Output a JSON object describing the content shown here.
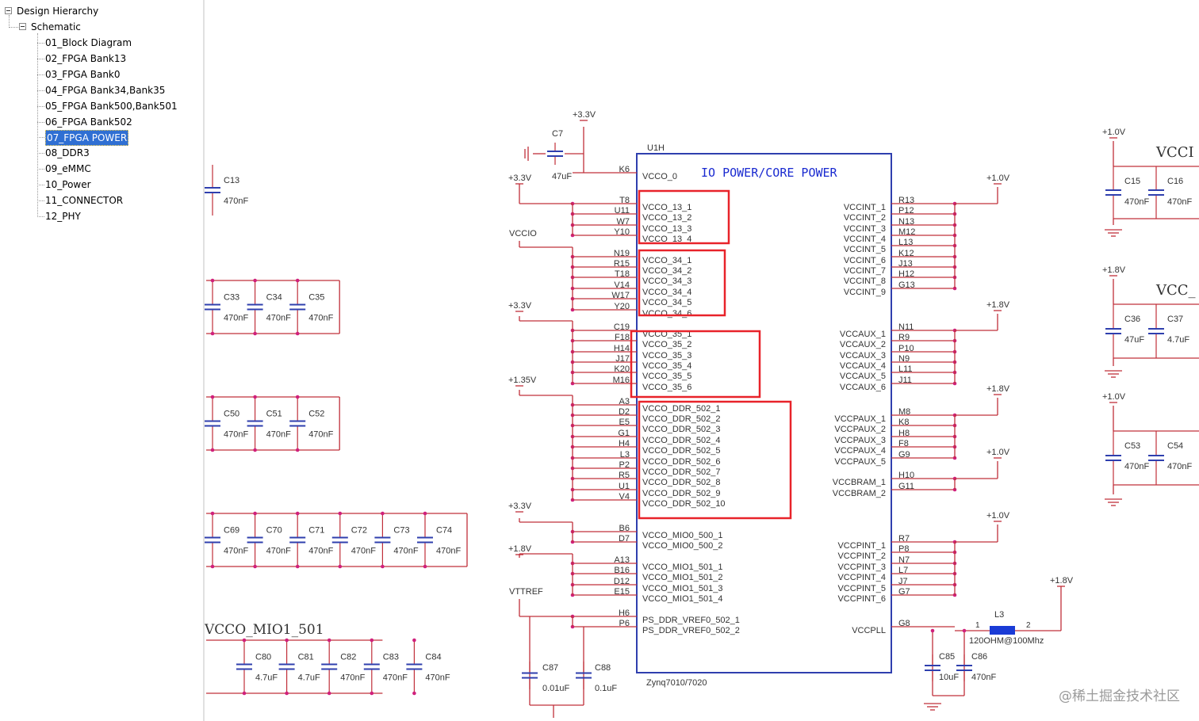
{
  "sidebar": {
    "root": "Design Hierarchy",
    "schematic": "Schematic",
    "pages": [
      "01_Block Diagram",
      "02_FPGA Bank13",
      "03_FPGA Bank0",
      "04_FPGA Bank34,Bank35",
      "05_FPGA Bank500,Bank501",
      "06_FPGA Bank502",
      "07_FPGA POWER",
      "08_DDR3",
      "09_eMMC",
      "10_Power",
      "11_CONNECTOR",
      "12_PHY"
    ],
    "selected": "07_FPGA POWER"
  },
  "schematic": {
    "colors": {
      "wire": "#c0303a",
      "part": "#2f3fae",
      "pin": "#d0207c",
      "highlight": "#e8232a",
      "text": "#333333"
    },
    "chip": {
      "ref": "U1H",
      "title": "IO POWER/CORE POWER",
      "part": "Zynq7010/7020",
      "left_pins": [
        {
          "pin": "K6",
          "name": "VCCO_0"
        },
        {
          "pin": "T8",
          "name": "VCCO_13_1"
        },
        {
          "pin": "U11",
          "name": "VCCO_13_2"
        },
        {
          "pin": "W7",
          "name": "VCCO_13_3"
        },
        {
          "pin": "Y10",
          "name": "VCCO_13_4"
        },
        {
          "pin": "N19",
          "name": "VCCO_34_1"
        },
        {
          "pin": "R15",
          "name": "VCCO_34_2"
        },
        {
          "pin": "T18",
          "name": "VCCO_34_3"
        },
        {
          "pin": "V14",
          "name": "VCCO_34_4"
        },
        {
          "pin": "W17",
          "name": "VCCO_34_5"
        },
        {
          "pin": "Y20",
          "name": "VCCO_34_6"
        },
        {
          "pin": "C19",
          "name": "VCCO_35_1"
        },
        {
          "pin": "F18",
          "name": "VCCO_35_2"
        },
        {
          "pin": "H14",
          "name": "VCCO_35_3"
        },
        {
          "pin": "J17",
          "name": "VCCO_35_4"
        },
        {
          "pin": "K20",
          "name": "VCCO_35_5"
        },
        {
          "pin": "M16",
          "name": "VCCO_35_6"
        },
        {
          "pin": "A3",
          "name": "VCCO_DDR_502_1"
        },
        {
          "pin": "D2",
          "name": "VCCO_DDR_502_2"
        },
        {
          "pin": "E5",
          "name": "VCCO_DDR_502_3"
        },
        {
          "pin": "G1",
          "name": "VCCO_DDR_502_4"
        },
        {
          "pin": "H4",
          "name": "VCCO_DDR_502_5"
        },
        {
          "pin": "L3",
          "name": "VCCO_DDR_502_6"
        },
        {
          "pin": "P2",
          "name": "VCCO_DDR_502_7"
        },
        {
          "pin": "R5",
          "name": "VCCO_DDR_502_8"
        },
        {
          "pin": "U1",
          "name": "VCCO_DDR_502_9"
        },
        {
          "pin": "V4",
          "name": "VCCO_DDR_502_10"
        },
        {
          "pin": "B6",
          "name": "VCCO_MIO0_500_1"
        },
        {
          "pin": "D7",
          "name": "VCCO_MIO0_500_2"
        },
        {
          "pin": "A13",
          "name": "VCCO_MIO1_501_1"
        },
        {
          "pin": "B16",
          "name": "VCCO_MIO1_501_2"
        },
        {
          "pin": "D12",
          "name": "VCCO_MIO1_501_3"
        },
        {
          "pin": "E15",
          "name": "VCCO_MIO1_501_4"
        },
        {
          "pin": "H6",
          "name": "PS_DDR_VREF0_502_1"
        },
        {
          "pin": "P6",
          "name": "PS_DDR_VREF0_502_2"
        }
      ],
      "right_pins": [
        {
          "pin": "R13",
          "name": "VCCINT_1"
        },
        {
          "pin": "P12",
          "name": "VCCINT_2"
        },
        {
          "pin": "N13",
          "name": "VCCINT_3"
        },
        {
          "pin": "M12",
          "name": "VCCINT_4"
        },
        {
          "pin": "L13",
          "name": "VCCINT_5"
        },
        {
          "pin": "K12",
          "name": "VCCINT_6"
        },
        {
          "pin": "J13",
          "name": "VCCINT_7"
        },
        {
          "pin": "H12",
          "name": "VCCINT_8"
        },
        {
          "pin": "G13",
          "name": "VCCINT_9"
        },
        {
          "pin": "N11",
          "name": "VCCAUX_1"
        },
        {
          "pin": "R9",
          "name": "VCCAUX_2"
        },
        {
          "pin": "P10",
          "name": "VCCAUX_3"
        },
        {
          "pin": "N9",
          "name": "VCCAUX_4"
        },
        {
          "pin": "L11",
          "name": "VCCAUX_5"
        },
        {
          "pin": "J11",
          "name": "VCCAUX_6"
        },
        {
          "pin": "M8",
          "name": "VCCPAUX_1"
        },
        {
          "pin": "K8",
          "name": "VCCPAUX_2"
        },
        {
          "pin": "H8",
          "name": "VCCPAUX_3"
        },
        {
          "pin": "F8",
          "name": "VCCPAUX_4"
        },
        {
          "pin": "G9",
          "name": "VCCPAUX_5"
        },
        {
          "pin": "H10",
          "name": "VCCBRAM_1"
        },
        {
          "pin": "G11",
          "name": "VCCBRAM_2"
        },
        {
          "pin": "R7",
          "name": "VCCPINT_1"
        },
        {
          "pin": "P8",
          "name": "VCCPINT_2"
        },
        {
          "pin": "N7",
          "name": "VCCPINT_3"
        },
        {
          "pin": "L7",
          "name": "VCCPINT_4"
        },
        {
          "pin": "J7",
          "name": "VCCPINT_5"
        },
        {
          "pin": "G7",
          "name": "VCCPINT_6"
        },
        {
          "pin": "G8",
          "name": "VCCPLL"
        }
      ]
    },
    "rails": {
      "left": [
        "+3.3V",
        "+3.3V",
        "VCCIO",
        "+3.3V",
        "+1.35V",
        "+3.3V",
        "+1.8V",
        "VTTREF"
      ],
      "right": [
        "+1.0V",
        "+1.8V",
        "+1.8V",
        "+1.0V",
        "+1.0V",
        "+1.8V"
      ]
    },
    "c7": {
      "ref": "C7",
      "value": "47uF"
    },
    "c87": {
      "ref": "C87",
      "value": "0.01uF"
    },
    "c88": {
      "ref": "C88",
      "value": "0.1uF"
    },
    "c85": {
      "ref": "C85",
      "value": "10uF"
    },
    "c86": {
      "ref": "C86",
      "value": "470nF"
    },
    "l3": {
      "ref": "L3",
      "value": "120OHM@100Mhz",
      "pin1": "1",
      "pin2": "2"
    },
    "left_caps": [
      [
        {
          "ref": "C13",
          "value": "470nF"
        }
      ],
      [
        {
          "ref": "C33",
          "value": "470nF"
        },
        {
          "ref": "C34",
          "value": "470nF"
        },
        {
          "ref": "C35",
          "value": "470nF"
        }
      ],
      [
        {
          "ref": "C50",
          "value": "470nF"
        },
        {
          "ref": "C51",
          "value": "470nF"
        },
        {
          "ref": "C52",
          "value": "470nF"
        }
      ],
      [
        {
          "ref": "C69",
          "value": "470nF"
        },
        {
          "ref": "C70",
          "value": "470nF"
        },
        {
          "ref": "C71",
          "value": "470nF"
        },
        {
          "ref": "C72",
          "value": "470nF"
        },
        {
          "ref": "C73",
          "value": "470nF"
        },
        {
          "ref": "C74",
          "value": "470nF"
        }
      ],
      [
        {
          "ref": "C80",
          "value": "4.7uF"
        },
        {
          "ref": "C81",
          "value": "4.7uF"
        },
        {
          "ref": "C82",
          "value": "470nF"
        },
        {
          "ref": "C83",
          "value": "470nF"
        },
        {
          "ref": "C84",
          "value": "470nF"
        }
      ]
    ],
    "mio1_title": "VCCO_MIO1_501",
    "right_caps": [
      {
        "rail": "+1.0V",
        "title": "VCCI",
        "caps": [
          {
            "ref": "C15",
            "value": "470nF"
          },
          {
            "ref": "C16",
            "value": "470nF"
          }
        ]
      },
      {
        "rail": "+1.8V",
        "title": "VCC_",
        "caps": [
          {
            "ref": "C36",
            "value": "47uF"
          },
          {
            "ref": "C37",
            "value": "4.7uF"
          }
        ]
      },
      {
        "rail": "+1.0V",
        "title": "",
        "caps": [
          {
            "ref": "C53",
            "value": "470nF"
          },
          {
            "ref": "C54",
            "value": "470nF"
          }
        ]
      }
    ],
    "watermark": "@稀土掘金技术社区"
  }
}
